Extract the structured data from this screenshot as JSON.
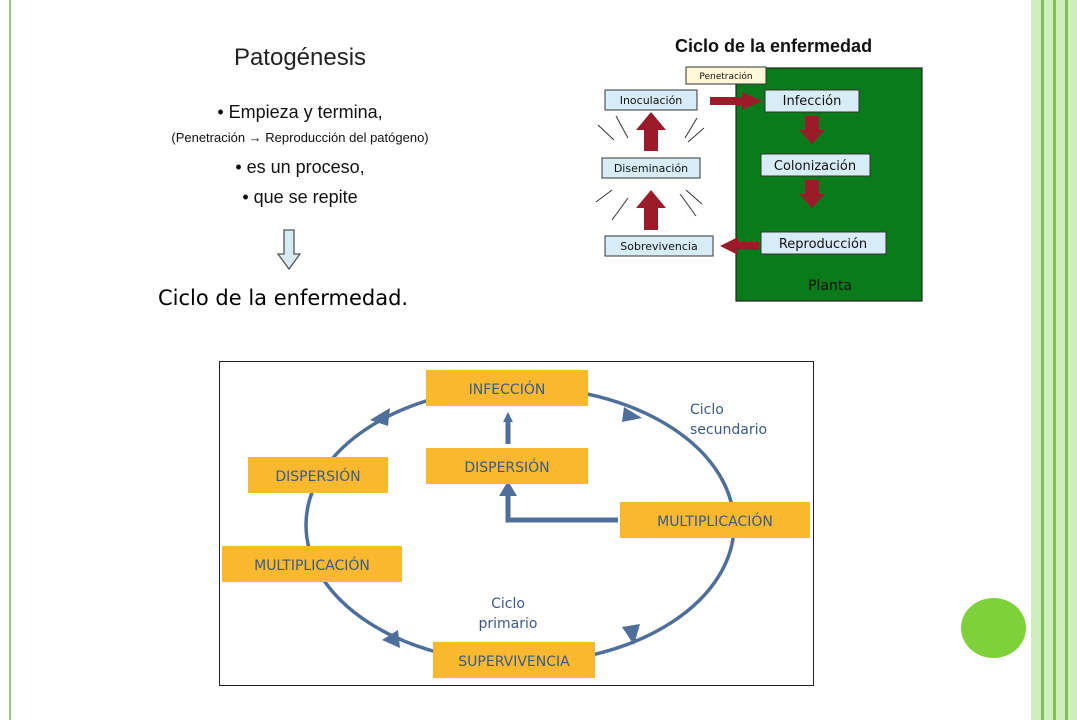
{
  "left_panel": {
    "title": "Patogénesis",
    "bullets": [
      "• Empieza y termina,",
      "(Penetración → Reproducción del patógeno)",
      "• es un proceso,",
      "• que se repite"
    ],
    "conclusion": "Ciclo de la enfermedad."
  },
  "top_diagram": {
    "title": "Ciclo de la enfermedad",
    "penetration": "Penetración",
    "inoculation": "Inoculación",
    "infection": "Infección",
    "dissemination": "Diseminación",
    "colonization": "Colonización",
    "survival": "Sobrevivencia",
    "reproduction": "Reproducción",
    "plant": "Planta",
    "colors": {
      "plant_green": "#0a7a1a",
      "arrow_red": "#9a1b2a",
      "box_blue": "#d8ecf8"
    }
  },
  "bottom_diagram": {
    "infection": "INFECCIÓN",
    "inner_dispersion": "DISPERSIÓN",
    "outer_dispersion": "DISPERSIÓN",
    "right_multiplication": "MULTIPLICACIÓN",
    "left_multiplication": "MULTIPLICACIÓN",
    "survival": "SUPERVIVENCIA",
    "secondary_line1": "Ciclo",
    "secondary_line2": "secundario",
    "primary_line1": "Ciclo",
    "primary_line2": "primario",
    "colors": {
      "box_orange": "#f9b82e",
      "arrow_blue": "#4e6f9a",
      "text_blue": "#3a5a86"
    }
  }
}
